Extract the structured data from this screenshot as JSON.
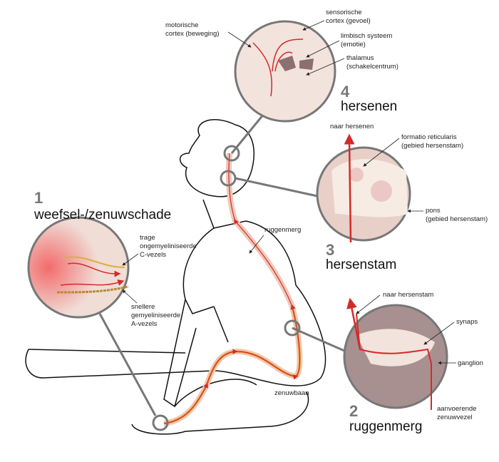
{
  "sections": {
    "s1": {
      "number": "1",
      "title": "weefsel-/zenuwschade",
      "labels": {
        "c_fibers": [
          "trage",
          "ongemyeliniseerde",
          "C-vezels"
        ],
        "a_fibers": [
          "snellere",
          "gemyeliniseerde",
          "A-vezels"
        ]
      }
    },
    "s2": {
      "number": "2",
      "title": "ruggenmerg",
      "labels": {
        "to_brainstem": "naar hersenstam",
        "synapse": "synaps",
        "ganglion": "ganglion",
        "afferent": [
          "aanvoerende",
          "zenuwvezel"
        ]
      }
    },
    "s3": {
      "number": "3",
      "title": "hersenstam",
      "labels": {
        "to_brain": "naar hersenen",
        "reticular": [
          "formatio reticularis",
          "(gebied hersenstam)"
        ],
        "pons": [
          "pons",
          "(gebied hersenstam)"
        ]
      }
    },
    "s4": {
      "number": "4",
      "title": "hersenen",
      "labels": {
        "motor": [
          "motorische",
          "cortex (beweging)"
        ],
        "sensory": [
          "sensorische",
          "cortex (gevoel)"
        ],
        "limbic": [
          "limbisch systeem",
          "(emotie)"
        ],
        "thalamus": [
          "thalamus",
          "(schakelcentrum)"
        ]
      }
    }
  },
  "body_labels": {
    "spinal_cord": "ruggenmerg",
    "nerve_path": "zenuwbaan"
  },
  "colors": {
    "nerve": "#d42a2a",
    "fiber": "#e0a030",
    "ring": "#777777",
    "tissue": "#f1ddd5"
  }
}
